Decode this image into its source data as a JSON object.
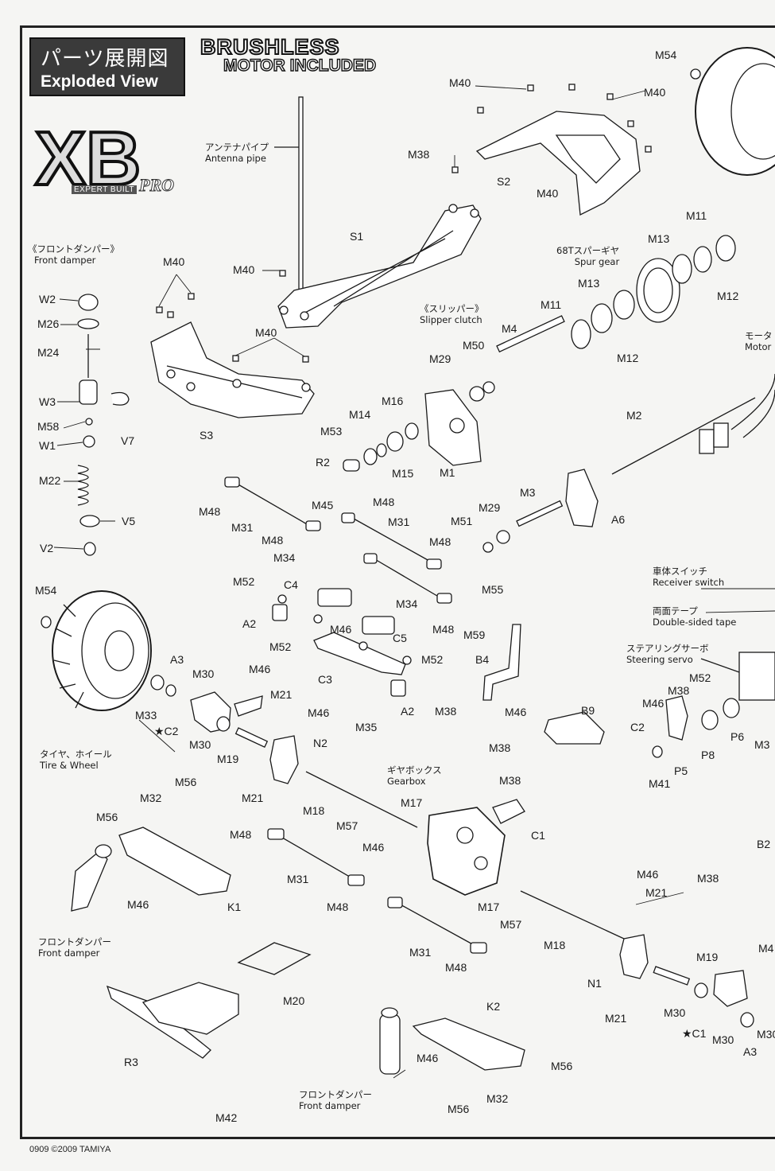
{
  "header": {
    "title_jp": "パーツ展開図",
    "title_en": "Exploded View",
    "brushless_line1": "BRUSHLESS",
    "brushless_line2": "MOTOR INCLUDED",
    "logo_text": "XB",
    "logo_sub": "EXPERT BUILT",
    "logo_pro": "PRO"
  },
  "captions": {
    "antenna_jp": "アンテナパイプ",
    "antenna_en": "Antenna pipe",
    "front_damper_jp_bracket": "《フロントダンパー》",
    "front_damper_en": "Front damper",
    "spur_jp": "68Tスパーギヤ",
    "spur_en": "Spur gear",
    "slipper_jp": "《スリッパー》",
    "slipper_en": "Slipper clutch",
    "motor_jp": "モータ",
    "motor_en": "Motor",
    "receiver_jp": "車体スイッチ",
    "receiver_en": "Receiver switch",
    "tape_jp": "両面テープ",
    "tape_en": "Double-sided tape",
    "servo_jp": "ステアリングサーボ",
    "servo_en": "Steering servo",
    "tire_jp": "タイヤ、ホイール",
    "tire_en": "Tire & Wheel",
    "gearbox_jp": "ギヤボックス",
    "gearbox_en": "Gearbox",
    "damper2_jp": "フロントダンパー",
    "damper2_en": "Front damper",
    "damper3_jp": "フロントダンパー",
    "damper3_en": "Front damper"
  },
  "part_labels": [
    "M54",
    "M40",
    "M40",
    "M38",
    "S2",
    "M40",
    "S1",
    "M40",
    "M40",
    "M40",
    "S3",
    "M11",
    "M13",
    "M12",
    "M13",
    "M11",
    "M12",
    "M4",
    "M50",
    "M29",
    "M16",
    "M14",
    "M53",
    "R2",
    "M15",
    "M1",
    "M2",
    "W2",
    "M26",
    "M24",
    "W3",
    "M58",
    "W1",
    "V7",
    "M22",
    "V5",
    "V2",
    "M48",
    "M31",
    "M48",
    "M45",
    "M48",
    "M31",
    "M48",
    "M34",
    "M52",
    "C4",
    "M34",
    "M48",
    "A2",
    "M46",
    "M52",
    "C5",
    "M52",
    "C3",
    "A2",
    "M35",
    "M3",
    "A6",
    "M29",
    "M51",
    "M55",
    "M59",
    "B4",
    "M38",
    "M46",
    "B9",
    "M38",
    "M52",
    "M38",
    "M46",
    "C2",
    "P6",
    "M3",
    "P8",
    "P5",
    "M41",
    "M54",
    "A3",
    "M30",
    "M46",
    "M33",
    "★C2",
    "M30",
    "M19",
    "M21",
    "M46",
    "N2",
    "M56",
    "M32",
    "M56",
    "M21",
    "M18",
    "M57",
    "M17",
    "M38",
    "C1",
    "M48",
    "M46",
    "M31",
    "M48",
    "M46",
    "K1",
    "M17",
    "M57",
    "M46",
    "M21",
    "M38",
    "B2",
    "M18",
    "M31",
    "M48",
    "N1",
    "M19",
    "M4",
    "M21",
    "M30",
    "★C1",
    "M30",
    "A3",
    "M20",
    "K2",
    "M46",
    "M56",
    "R3",
    "M42",
    "M32",
    "M56",
    "M30"
  ],
  "footer": "0909 ©2009 TAMIYA",
  "colors": {
    "ink": "#1a1a1a",
    "frame": "#222222",
    "title_bg": "#3a3a3a"
  }
}
